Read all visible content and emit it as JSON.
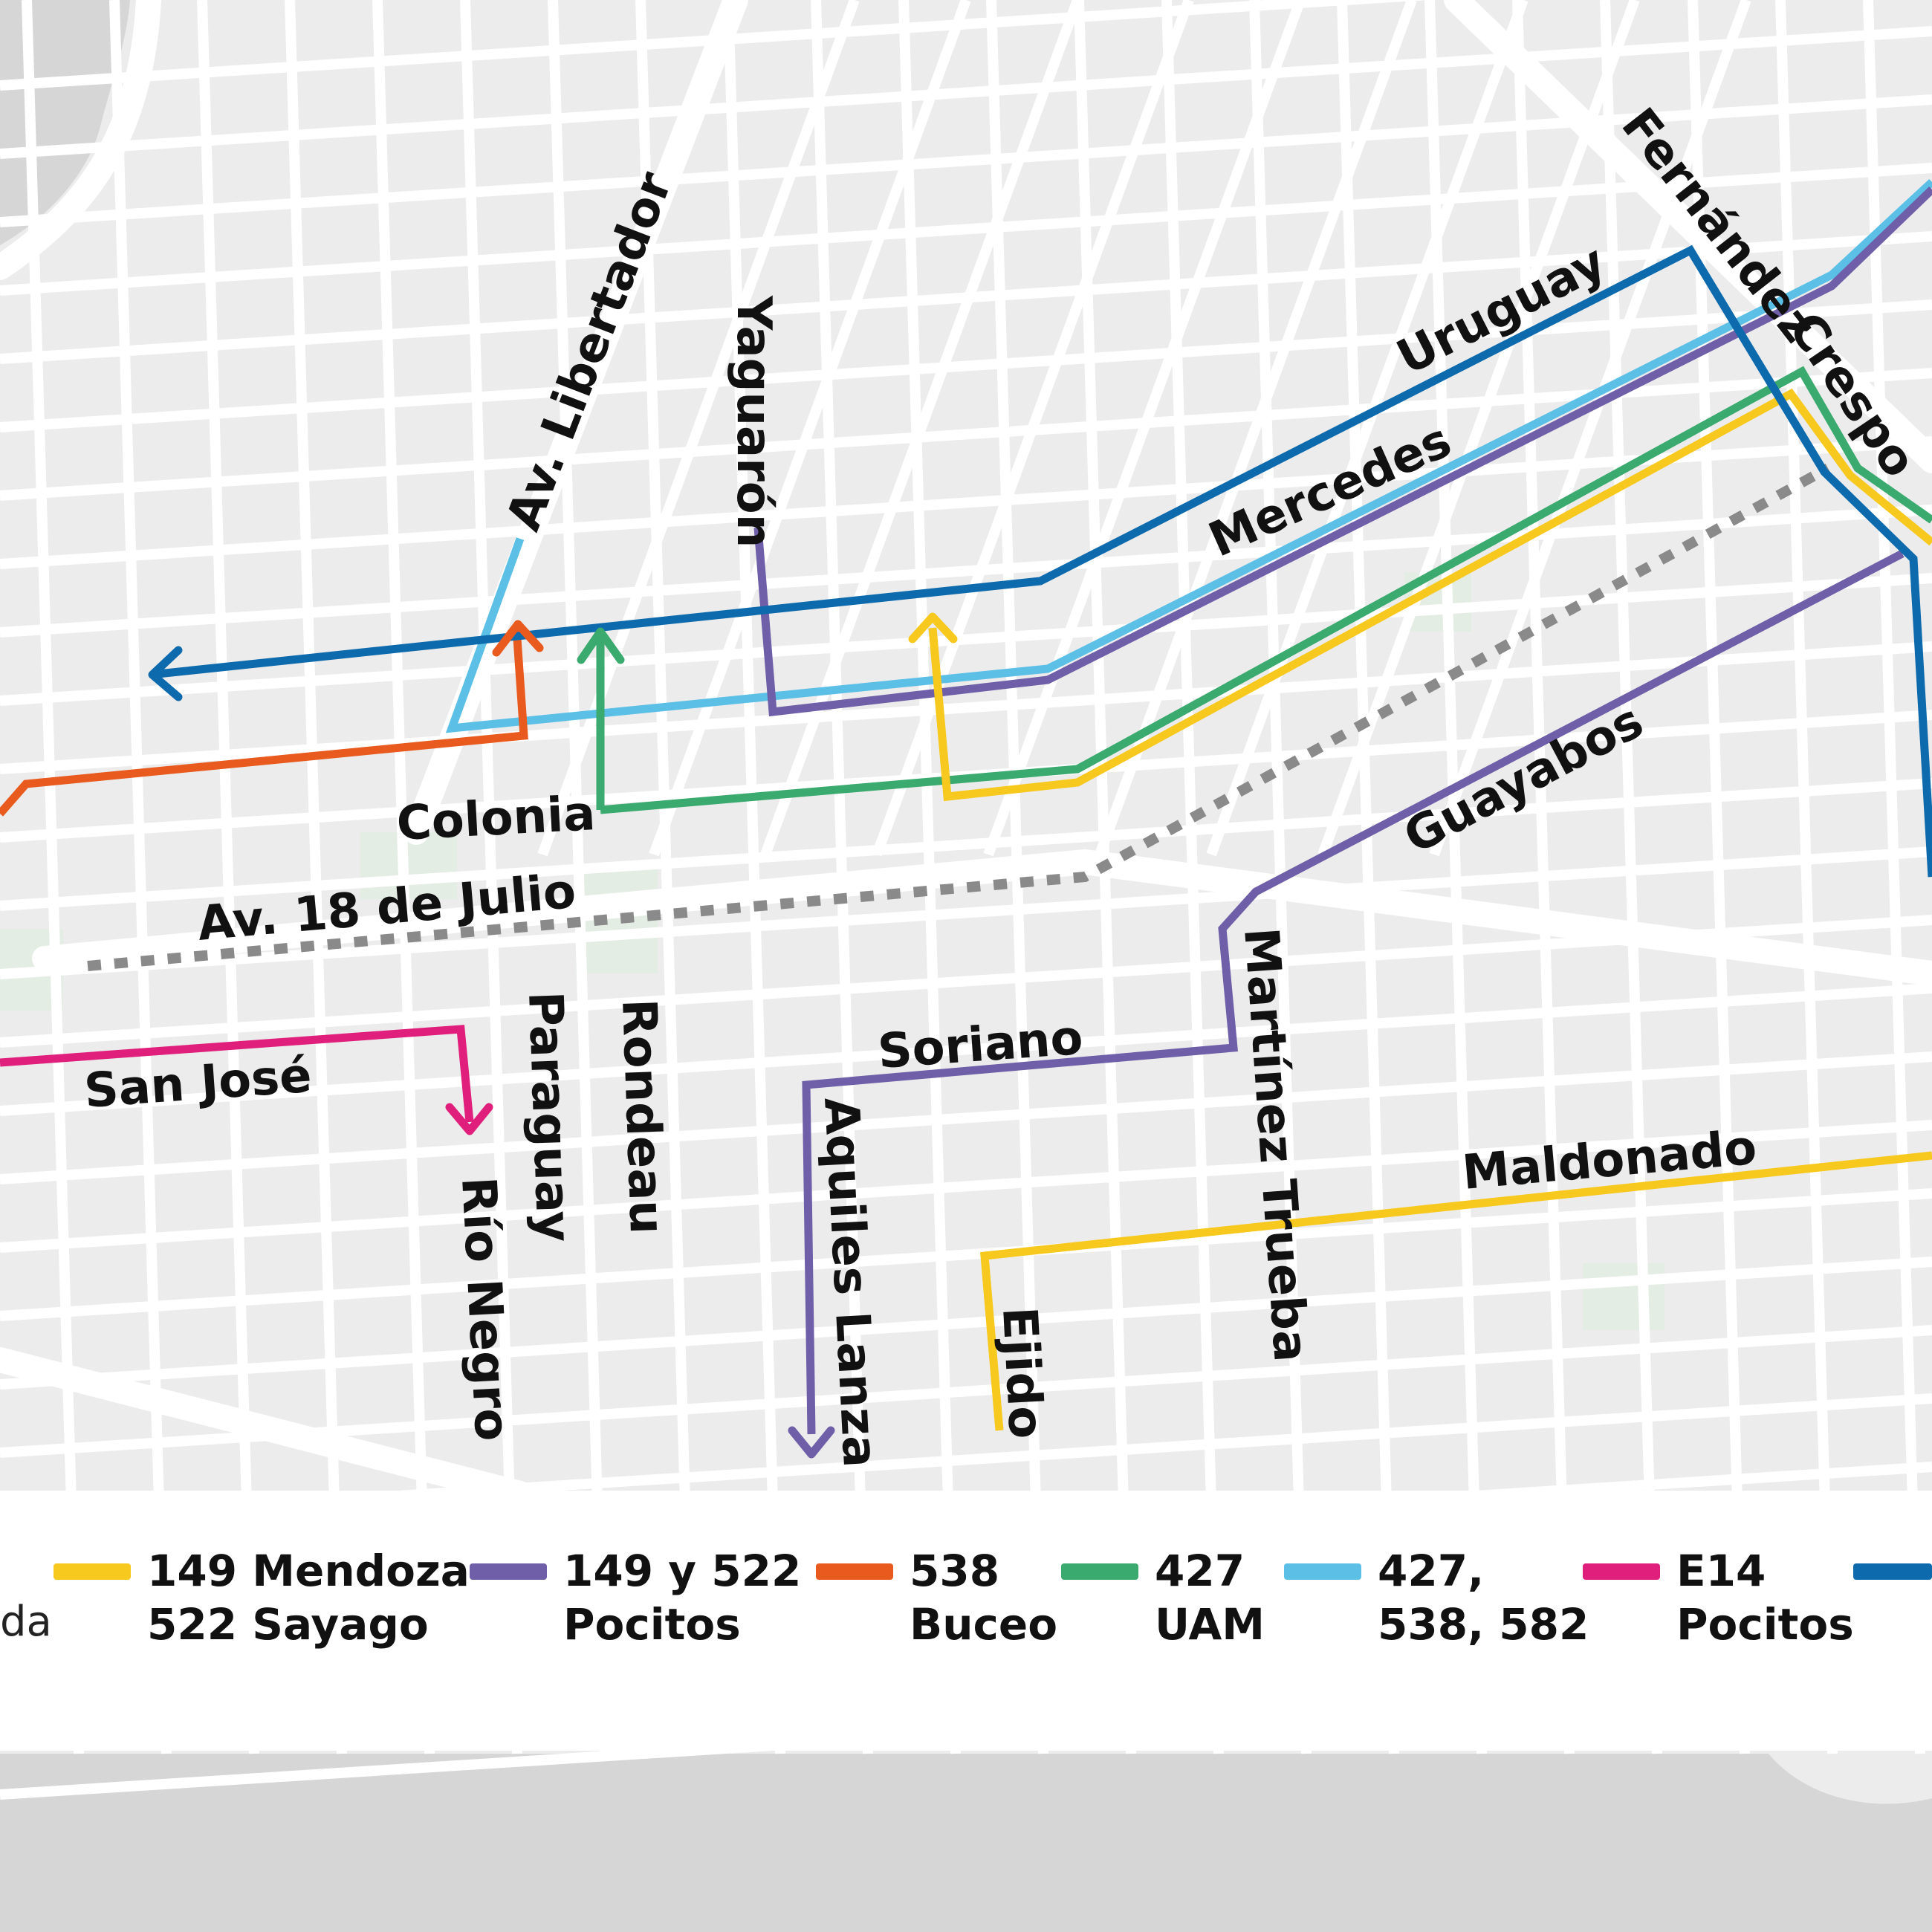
{
  "colors": {
    "background": "#ececec",
    "street": "#ffffff",
    "water": "#d6d6d6",
    "park": "#e3ece3",
    "yellow": "#f7c81e",
    "purple": "#6f5fa8",
    "orange": "#e85a1e",
    "green": "#3aaa6e",
    "lightblue": "#5bbfe6",
    "magenta": "#e01f7c",
    "blue": "#0d6aad",
    "dotted": "#8a8a8a"
  },
  "streets": {
    "libertador": "Av. Libertador",
    "yaguaron": "Yaguarón",
    "uruguay": "Uruguay",
    "fernandez_crespo_1": "Fernández",
    "fernandez_crespo_2": "Crespo",
    "mercedes": "Mercedes",
    "colonia": "Colonia",
    "av18": "Av. 18 de Julio",
    "guayabos": "Guayabos",
    "soriano": "Soriano",
    "martinez_trueba": "Martínez Trueba",
    "san_jose": "San José",
    "paraguay": "Paraguay",
    "rondeau": "Rondeau",
    "rio_negro": "Río Negro",
    "aquiles_lanza": "Aquiles Lanza",
    "maldonado": "Maldonado",
    "ejido": "Ejido"
  },
  "legend": {
    "cut_text": "da",
    "items": [
      {
        "color": "#f7c81e",
        "line1": "149 Mendoza",
        "line2": "522 Sayago"
      },
      {
        "color": "#6f5fa8",
        "line1": "149 y 522",
        "line2": "Pocitos"
      },
      {
        "color": "#e85a1e",
        "line1": "538",
        "line2": "Buceo"
      },
      {
        "color": "#3aaa6e",
        "line1": "427",
        "line2": "UAM"
      },
      {
        "color": "#5bbfe6",
        "line1": "427,",
        "line2": "538, 582"
      },
      {
        "color": "#e01f7c",
        "line1": "E14",
        "line2": "Pocitos"
      },
      {
        "color": "#0d6aad",
        "line1": "",
        "line2": ""
      }
    ]
  }
}
